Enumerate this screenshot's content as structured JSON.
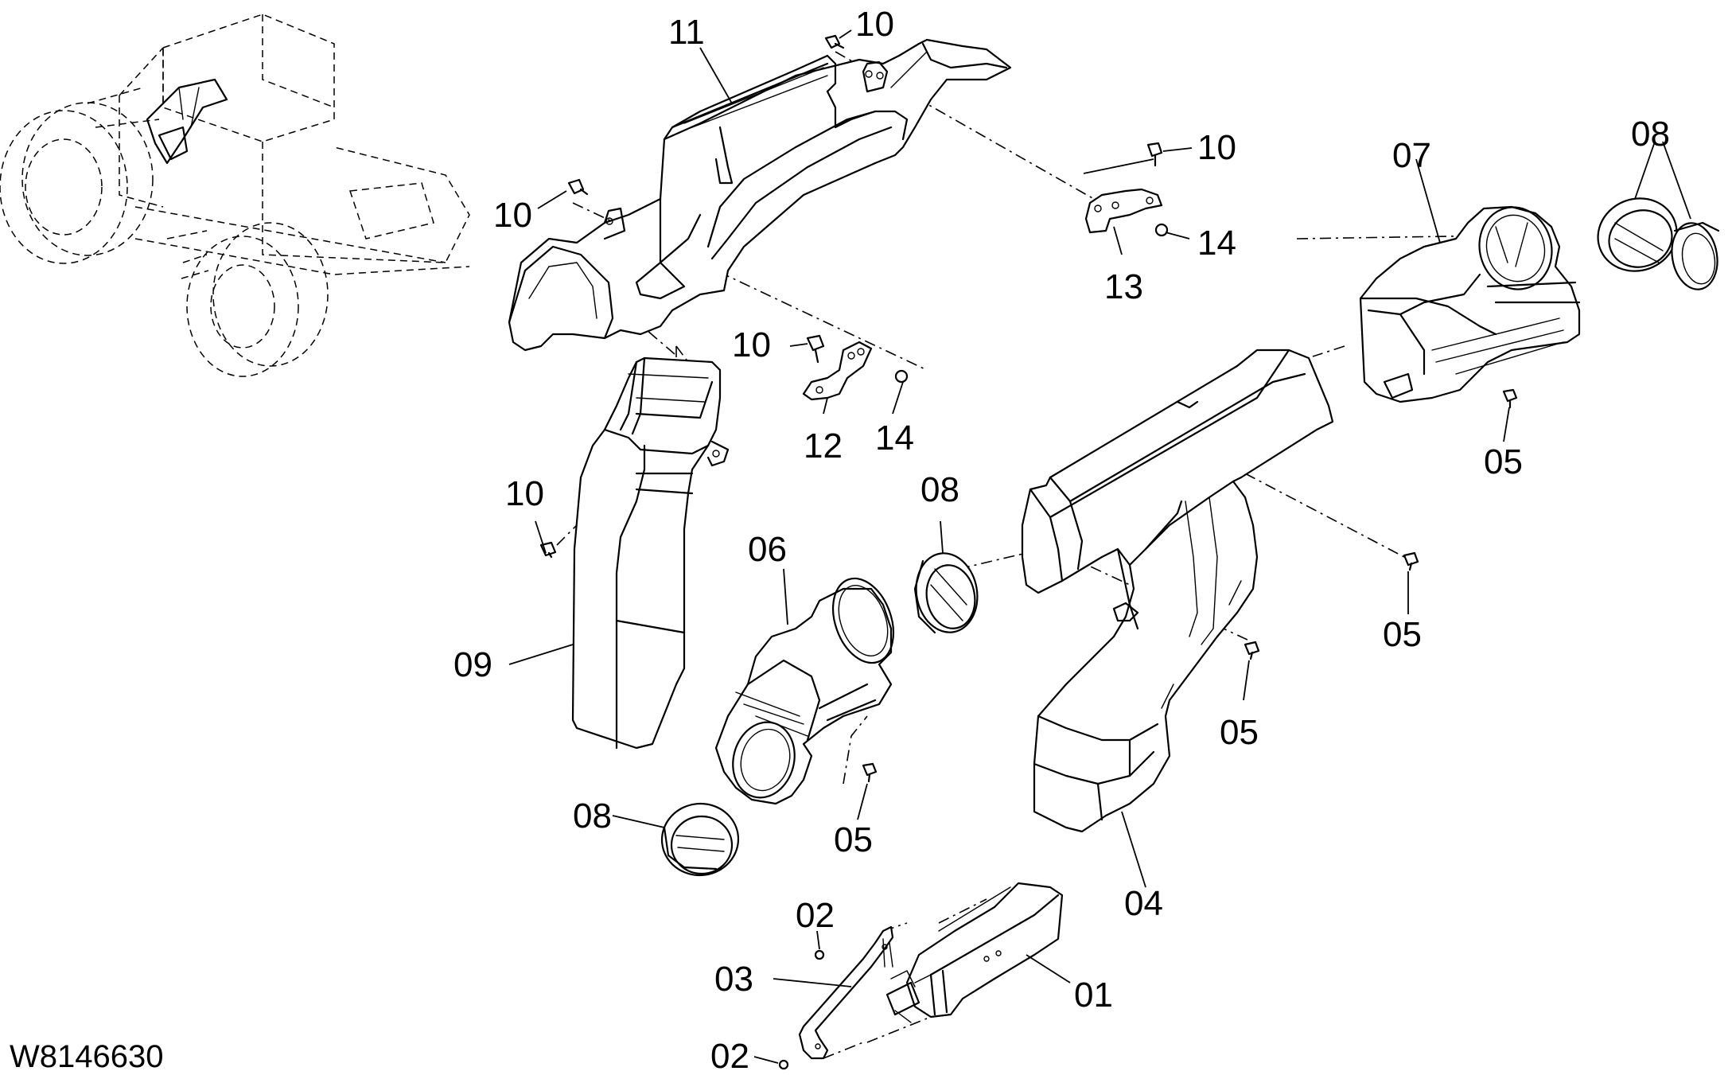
{
  "drawing_code": "W8146630",
  "callouts": {
    "c01": "01",
    "c02a": "02",
    "c02b": "02",
    "c03": "03",
    "c04": "04",
    "c05a": "05",
    "c05b": "05",
    "c05c": "05",
    "c05d": "05",
    "c06": "06",
    "c07": "07",
    "c08a": "08",
    "c08b": "08",
    "c08c": "08",
    "c09": "09",
    "c10a": "10",
    "c10b": "10",
    "c10c": "10",
    "c10d": "10",
    "c10e": "10",
    "c11": "11",
    "c12": "12",
    "c13": "13",
    "c14a": "14",
    "c14b": "14"
  }
}
